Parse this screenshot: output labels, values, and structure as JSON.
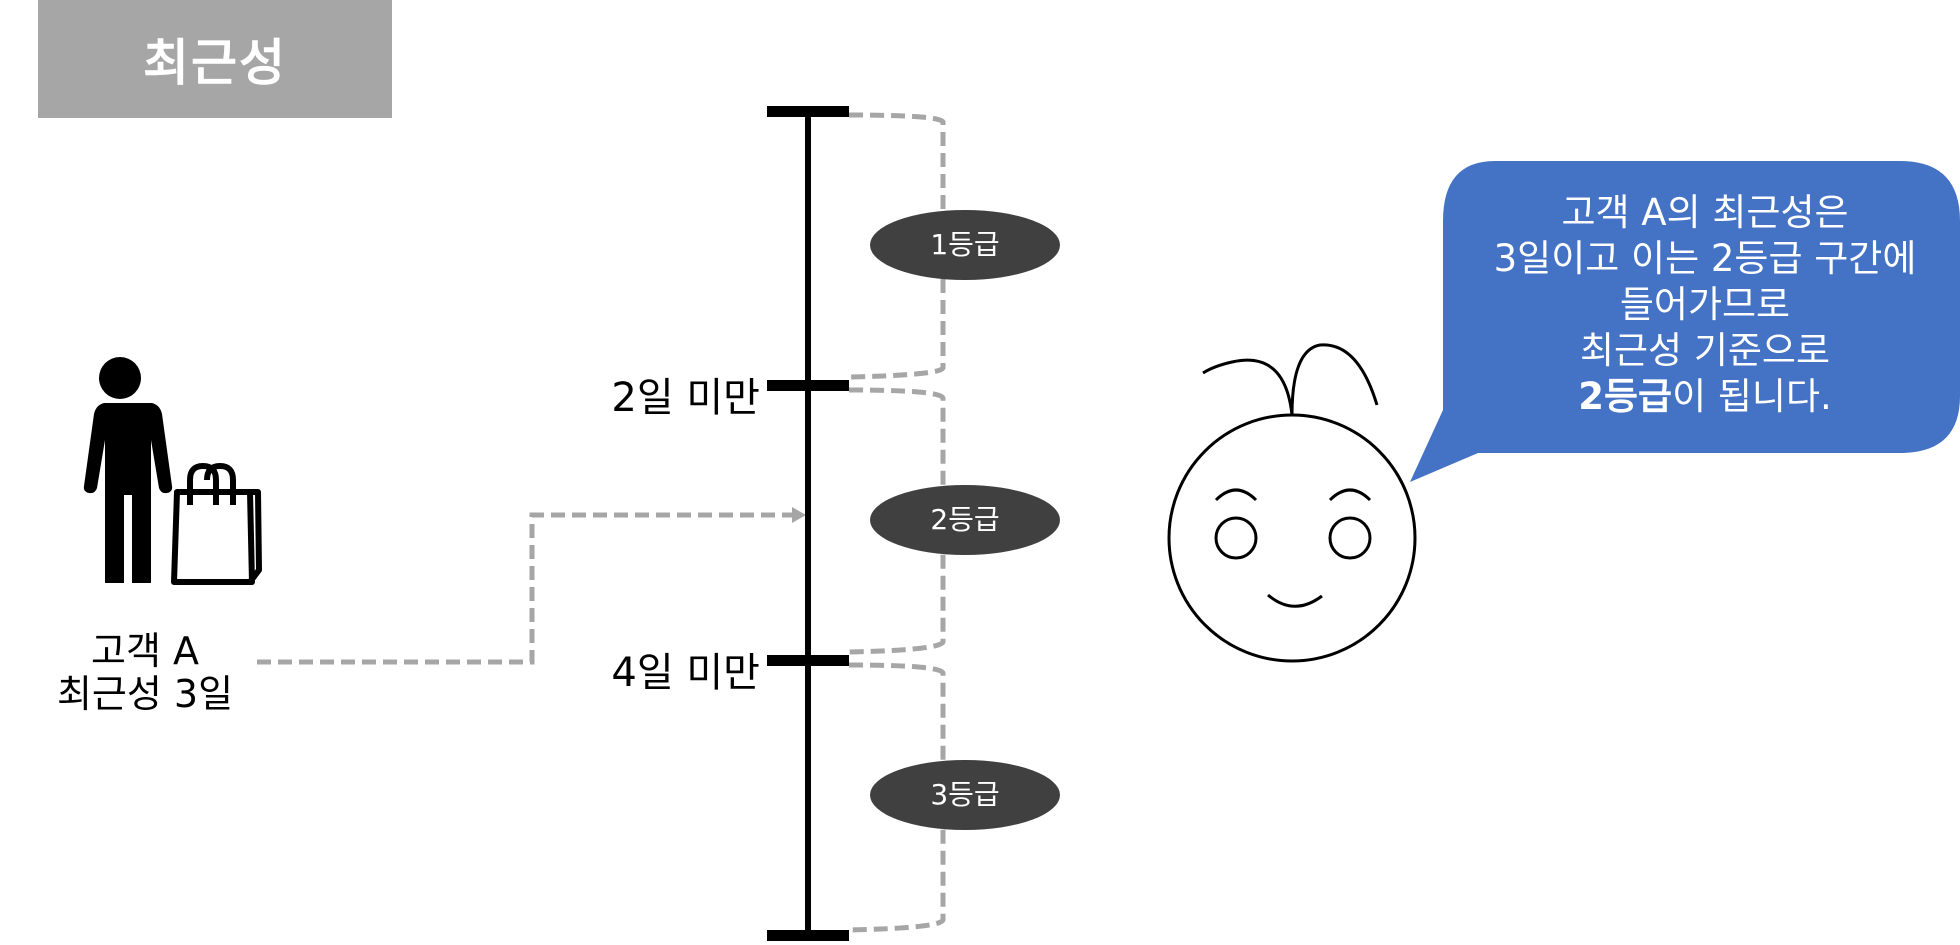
{
  "title": "최근성",
  "customer": {
    "name_line": "고객  A",
    "recency_line": "최근성 3일"
  },
  "scale": {
    "ticks": [
      {
        "label": ""
      },
      {
        "label": "2일 미만"
      },
      {
        "label": "4일 미만"
      },
      {
        "label": ""
      }
    ],
    "grades": [
      "1등급",
      "2등급",
      "3등급"
    ]
  },
  "speech_bubble": {
    "line1": "고객 A의 최근성은",
    "line2": "3일이고 이는 2등급 구간에",
    "line3": "들어가므로",
    "line4": "최근성 기준으로",
    "line5_bold": "2등급",
    "line5_rest": "이 됩니다."
  },
  "colors": {
    "title_bg": "#a6a6a6",
    "bubble": "#4472c4",
    "grade_pill": "#404040",
    "dashed": "#a6a6a6",
    "axis": "#000000"
  },
  "icons": [
    "person-icon",
    "shopping-bag-icon",
    "character-face-icon"
  ]
}
